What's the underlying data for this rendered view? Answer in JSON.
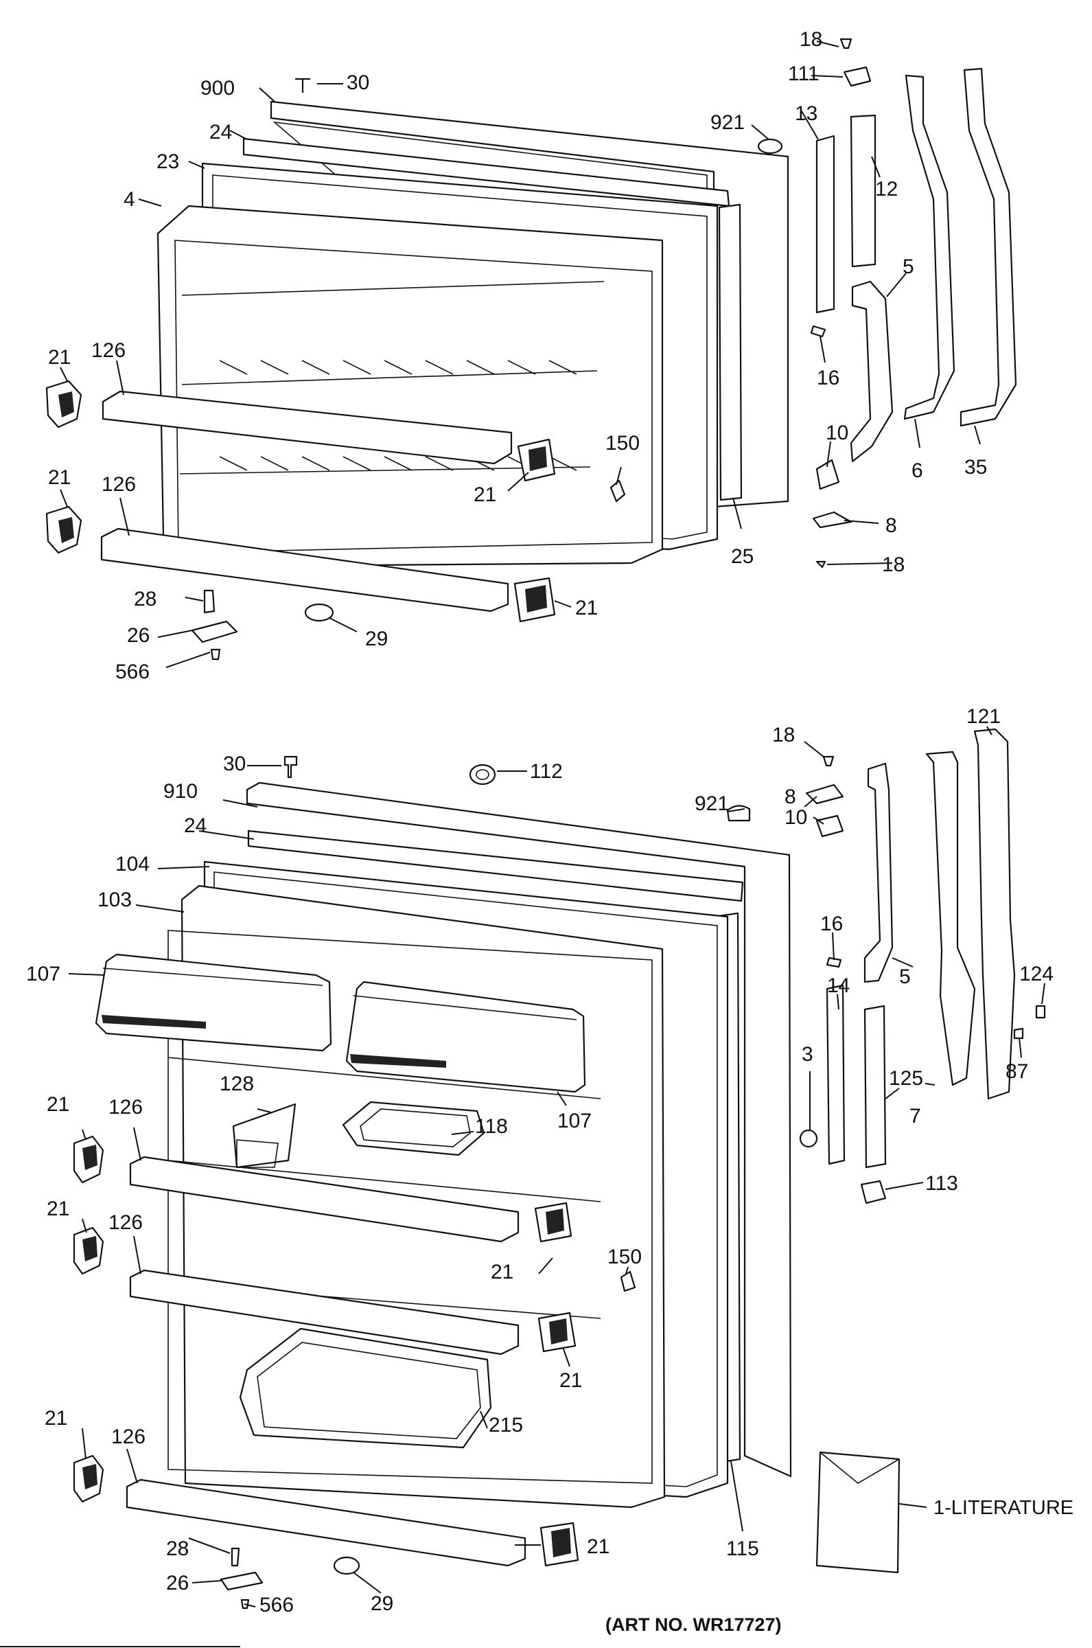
{
  "art_number": "(ART NO. WR17727)",
  "literature_label": "1-LITERATURE",
  "top_labels": {
    "l18a": "18",
    "l111": "111",
    "l900": "900",
    "l30": "30",
    "l921": "921",
    "l13": "13",
    "l12": "12",
    "l24": "24",
    "l23": "23",
    "l4": "4",
    "l5": "5",
    "l16": "16",
    "l21a": "21",
    "l126a": "126",
    "l10": "10",
    "l150": "150",
    "l21b": "21",
    "l6": "6",
    "l35": "35",
    "l21c": "21",
    "l126b": "126",
    "l8": "8",
    "l25": "25",
    "l18b": "18",
    "l28": "28",
    "l21d": "21",
    "l26": "26",
    "l29": "29",
    "l566": "566"
  },
  "bottom_labels": {
    "l121": "121",
    "l18": "18",
    "l30": "30",
    "l112": "112",
    "l8": "8",
    "l910": "910",
    "l921": "921",
    "l10": "10",
    "l24": "24",
    "l104": "104",
    "l103": "103",
    "l16": "16",
    "l124": "124",
    "l107a": "107",
    "l5": "5",
    "l14": "14",
    "l87": "87",
    "l125": "125",
    "l128": "128",
    "l21a": "21",
    "l126a": "126",
    "l3": "3",
    "l7": "7",
    "l118": "118",
    "l107b": "107",
    "l113": "113",
    "l21b": "21",
    "l126b": "126",
    "l21c": "21",
    "l150": "150",
    "l21d": "21",
    "l21e": "21",
    "l126c": "126",
    "l215": "215",
    "l115": "115",
    "l28": "28",
    "l21f": "21",
    "l26": "26",
    "l566": "566",
    "l29": "29"
  }
}
